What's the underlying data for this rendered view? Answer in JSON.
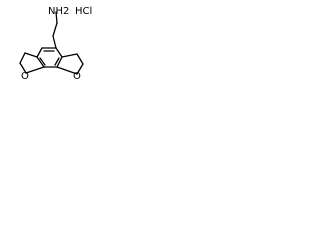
{
  "molecule": {
    "labels": {
      "amine": "NH2",
      "salt": "HCl",
      "oxygen_left": "O",
      "oxygen_right": "O"
    }
  }
}
